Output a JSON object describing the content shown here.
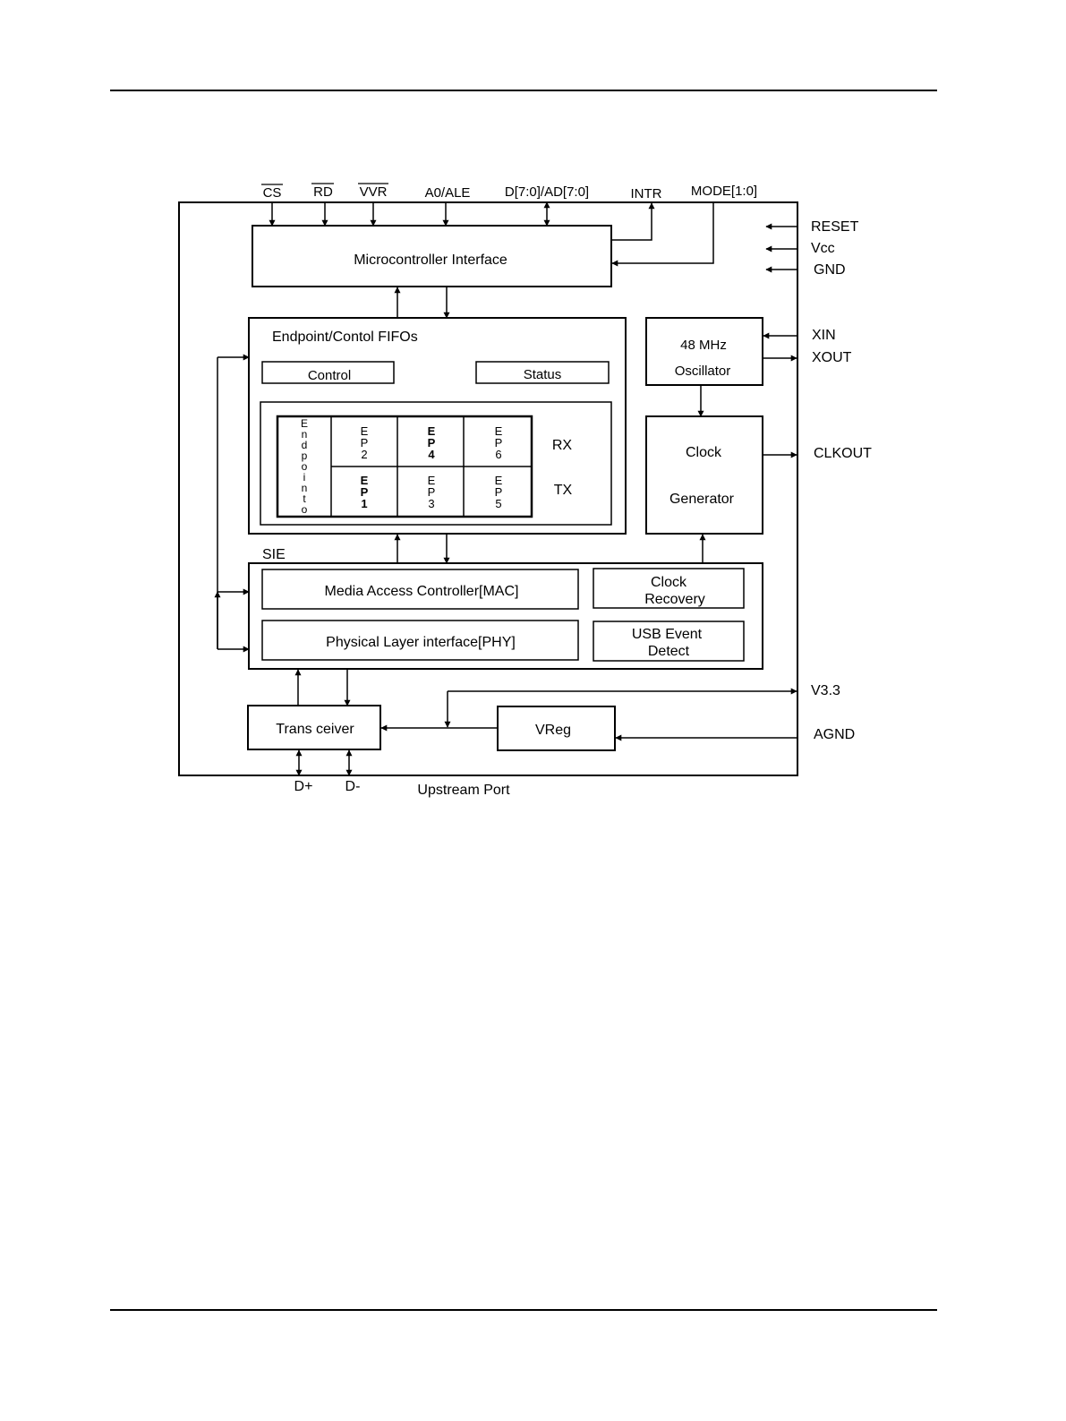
{
  "pins_top": {
    "cs": "CS",
    "rd": "RD",
    "wr": "VVR",
    "a0": "A0/ALE",
    "data": "D[7:0]/AD[7:0]",
    "intr": "INTR",
    "mode": "MODE[1:0]"
  },
  "pins_right": {
    "reset": "RESET",
    "vcc": "Vcc",
    "gnd": "GND",
    "xin": "XIN",
    "xout": "XOUT",
    "clkout": "CLKOUT",
    "v33": "V3.3",
    "agnd": "AGND"
  },
  "pins_bottom": {
    "dplus": "D+",
    "dminus": "D-",
    "upstream": "Upstream Port"
  },
  "blocks": {
    "mcu": "Microcontroller Interface",
    "fifo_title": "Endpoint/Contol FIFOs",
    "control": "Control",
    "status": "Status",
    "rx": "RX",
    "tx": "TX",
    "osc_line1": "48 MHz",
    "osc_line2": "Oscillator",
    "clkgen_line1": "Clock",
    "clkgen_line2": "Generator",
    "sie": "SIE",
    "mac": "Media Access Controller[MAC]",
    "phy": "Physical Layer interface[PHY]",
    "clkrec_line1": "Clock",
    "clkrec_line2": "Recovery",
    "usb_line1": "USB Event",
    "usb_line2": "Detect",
    "transceiver": "Trans ceiver",
    "vreg": "VReg"
  },
  "endpoints": {
    "ep0": [
      "E",
      "n",
      "d",
      "p",
      "o",
      "i",
      "n",
      "t",
      "o"
    ],
    "ep2": [
      "E",
      "P",
      "2"
    ],
    "ep4": [
      "E",
      "P",
      "4"
    ],
    "ep6": [
      "E",
      "P",
      "6"
    ],
    "ep1": [
      "E",
      "P",
      "1"
    ],
    "ep3": [
      "E",
      "P",
      "3"
    ],
    "ep5": [
      "E",
      "P",
      "5"
    ]
  }
}
